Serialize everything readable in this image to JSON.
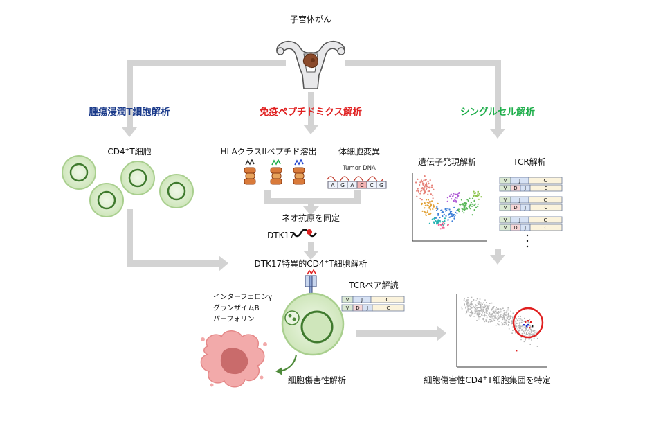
{
  "title": "子宮体がん",
  "headers": {
    "left": {
      "text": "腫瘍浸潤T細胞解析",
      "color": "#1a3a8a"
    },
    "center": {
      "text": "免疫ペプチドミクス解析",
      "color": "#e02020"
    },
    "right": {
      "text": "シングルセル解析",
      "color": "#1fae4b"
    }
  },
  "left": {
    "cells_label": "CD4",
    "cells_label_sup": "+",
    "cells_label_rest": "T細胞"
  },
  "center": {
    "hla_label": "HLAクラスIIペプチド溶出",
    "somatic_label": "体細胞変異",
    "tumor_dna": "Tumor DNA",
    "dna_seq": [
      "A",
      "G",
      "A",
      "C",
      "C",
      "G"
    ],
    "neoantigen": "ネオ抗原を同定",
    "dtk": "DTK17"
  },
  "right": {
    "gene_expr": "遺伝子発現解析",
    "tcr": "TCR解析"
  },
  "tcr_segments": [
    "V",
    "D",
    "J",
    "C"
  ],
  "tcr_short": [
    "V",
    "J",
    "C"
  ],
  "bottom": {
    "specific_pre": "DTK17特異的CD4",
    "specific_sup": "+",
    "specific_post": "T細胞解析",
    "tcr_pair": "TCRペア解読",
    "cytokines": [
      "インターフェロンγ",
      "グランザイムB",
      "パーフォリン"
    ],
    "cytotox": "細胞傷害性解析",
    "identify_pre": "細胞傷害性CD4",
    "identify_sup": "+",
    "identify_post": "T細胞集団を特定"
  },
  "colors": {
    "arrow": "#d3d3d3",
    "cell_fill": "#d6ecc4",
    "cell_ring": "#4e8a3a",
    "tumor": "#f0a3a3",
    "highlight": "#e02020"
  }
}
